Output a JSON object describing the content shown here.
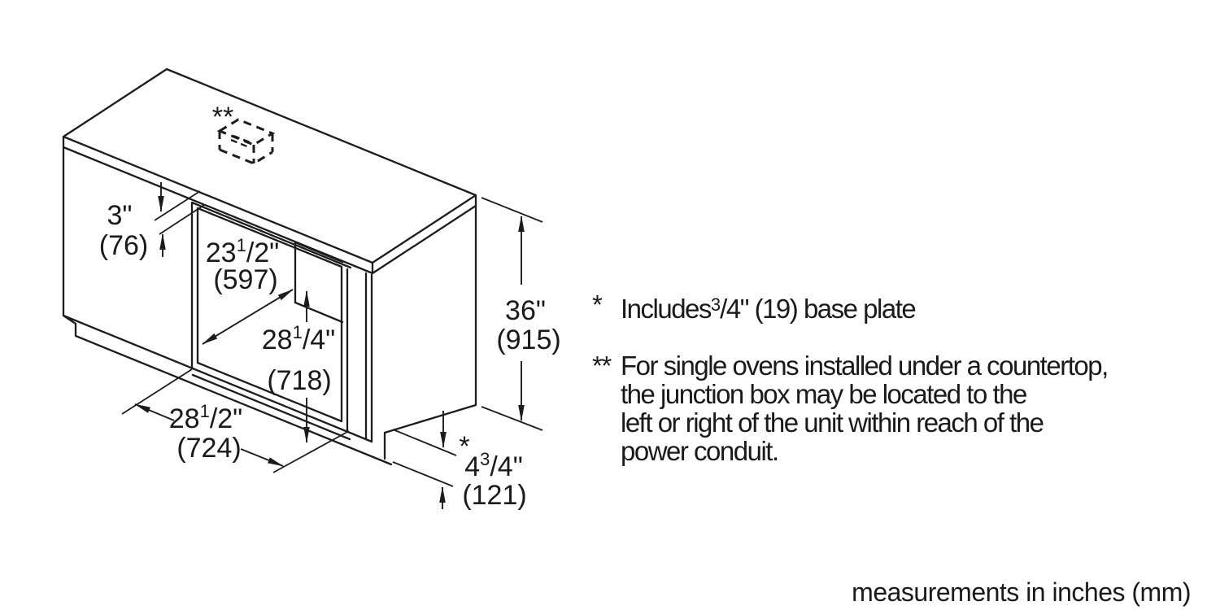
{
  "drawing": {
    "junction_box_marker": "**",
    "base_plate_marker": "*",
    "dimensions": {
      "rail": {
        "inches": "3",
        "unit": "\"",
        "mm": "(76)"
      },
      "cutout_depth": {
        "inches": "23",
        "num": "1",
        "den": "/2",
        "unit": "\"",
        "mm": "(597)"
      },
      "cutout_height": {
        "inches": "28",
        "num": "1",
        "den": "/4",
        "unit": "\"",
        "mm": "(718)"
      },
      "cutout_width": {
        "inches": "28",
        "num": "1",
        "den": "/2",
        "unit": "\"",
        "mm": "(724)"
      },
      "counter_height": {
        "inches": "36",
        "unit": "\"",
        "mm": "(915)"
      },
      "base_height": {
        "inches": "4",
        "num": "3",
        "den": "/4",
        "unit": "\"",
        "mm": "(121)"
      }
    }
  },
  "notes": {
    "base_plate": {
      "marker": "*",
      "prefix": "Includes",
      "frac_num": "3",
      "frac_rest": "/4\"",
      "suffix": " (19) base plate"
    },
    "junction_box": {
      "marker": "**",
      "lines": [
        "For single ovens installed under a countertop,",
        "the junction box may be located to the",
        "left or right of the unit within reach of the",
        "power conduit."
      ]
    }
  },
  "footer": {
    "text": "measurements in inches (mm)"
  }
}
